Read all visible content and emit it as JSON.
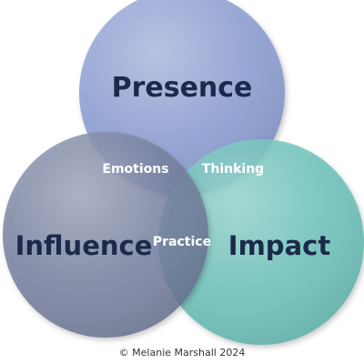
{
  "circles": {
    "presence": {
      "label": "Presence",
      "color": "#8b9bd0"
    },
    "influence": {
      "label": "Influence",
      "color": "#6e7898"
    },
    "impact": {
      "label": "Impact",
      "color": "#5fbdb4"
    }
  },
  "overlaps": {
    "emotions": "Emotions",
    "thinking": "Thinking",
    "practice": "Practice"
  },
  "copyright": "© Melanie Marshall 2024"
}
